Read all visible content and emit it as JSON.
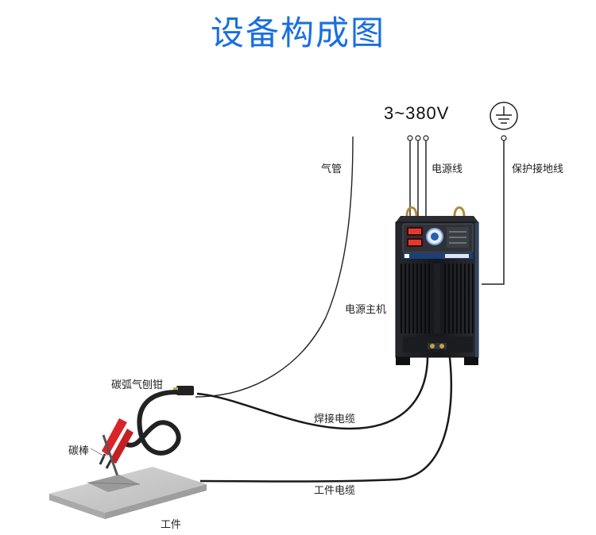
{
  "title": "设备构成图",
  "power_voltage": "3~380V",
  "labels": {
    "gas_pipe": "气管",
    "power_cable": "电源线",
    "ground_wire": "保护接地线",
    "main_unit": "电源主机",
    "gouging_torch": "碳弧气刨钳",
    "welding_cable": "焊接电缆",
    "carbon_rod": "碳棒",
    "workpiece_cable": "工件电缆",
    "workpiece": "工件"
  },
  "icons": {
    "ground_symbol": "ground-symbol-icon"
  },
  "colors": {
    "title": "#1a6fe0",
    "machine_body": "#1b1d22",
    "torch_handle": "#d9242a",
    "cable": "#1a1a1a",
    "plate": "#c8c8c8"
  }
}
